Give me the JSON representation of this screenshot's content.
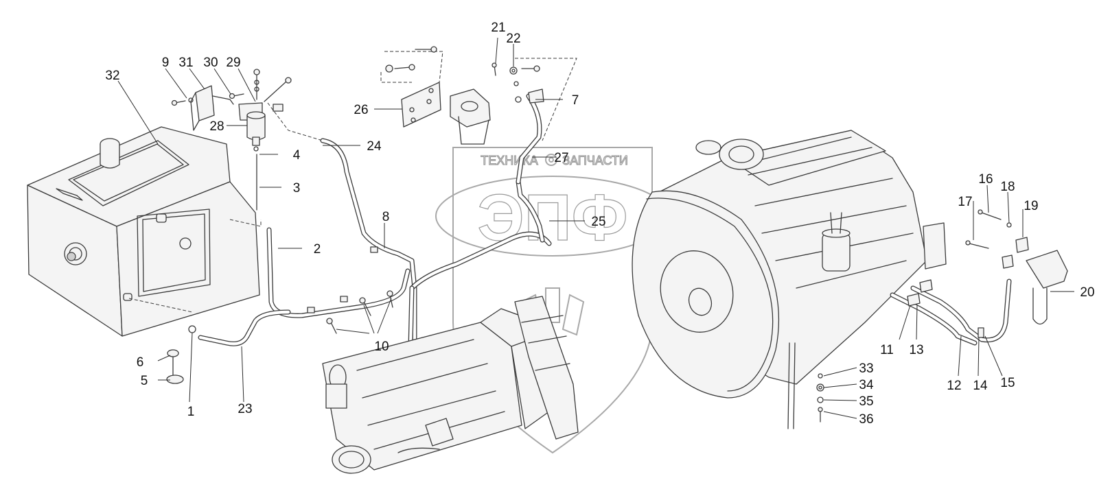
{
  "watermark": {
    "top_line_left": "ТЕХНИКА",
    "top_line_right": "ЗАПЧАСТИ",
    "letters": "ЭПФ",
    "color": "#a8a8a8"
  },
  "callouts": [
    {
      "id": "1",
      "label": "1"
    },
    {
      "id": "2",
      "label": "2"
    },
    {
      "id": "3",
      "label": "3"
    },
    {
      "id": "4",
      "label": "4"
    },
    {
      "id": "5",
      "label": "5"
    },
    {
      "id": "6",
      "label": "6"
    },
    {
      "id": "7",
      "label": "7"
    },
    {
      "id": "8",
      "label": "8"
    },
    {
      "id": "9",
      "label": "9"
    },
    {
      "id": "10",
      "label": "10"
    },
    {
      "id": "11",
      "label": "11"
    },
    {
      "id": "12",
      "label": "12"
    },
    {
      "id": "13",
      "label": "13"
    },
    {
      "id": "14",
      "label": "14"
    },
    {
      "id": "15",
      "label": "15"
    },
    {
      "id": "16",
      "label": "16"
    },
    {
      "id": "17",
      "label": "17"
    },
    {
      "id": "18",
      "label": "18"
    },
    {
      "id": "19",
      "label": "19"
    },
    {
      "id": "20",
      "label": "20"
    },
    {
      "id": "21",
      "label": "21"
    },
    {
      "id": "22",
      "label": "22"
    },
    {
      "id": "23",
      "label": "23"
    },
    {
      "id": "24",
      "label": "24"
    },
    {
      "id": "25",
      "label": "25"
    },
    {
      "id": "26",
      "label": "26"
    },
    {
      "id": "27",
      "label": "27"
    },
    {
      "id": "28",
      "label": "28"
    },
    {
      "id": "29",
      "label": "29"
    },
    {
      "id": "30",
      "label": "30"
    },
    {
      "id": "31",
      "label": "31"
    },
    {
      "id": "32",
      "label": "32"
    },
    {
      "id": "33",
      "label": "33"
    },
    {
      "id": "34",
      "label": "34"
    },
    {
      "id": "35",
      "label": "35"
    },
    {
      "id": "36",
      "label": "36"
    }
  ]
}
